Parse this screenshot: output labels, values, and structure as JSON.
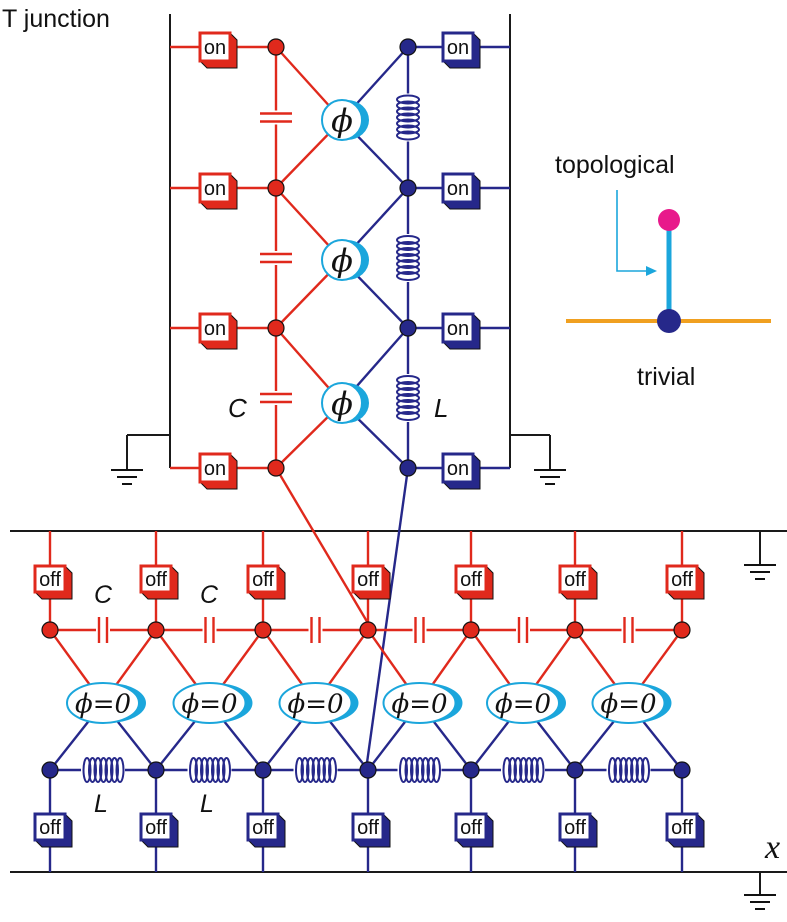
{
  "title": "T junction",
  "switch_on_label": "on",
  "switch_off_label": "off",
  "phi_label": "ϕ",
  "phi_zero_label": "ϕ=0",
  "capacitor_label": "C",
  "inductor_label": "L",
  "axis_label": "x",
  "legend": {
    "topological": "topological",
    "trivial": "trivial"
  },
  "colors": {
    "red": "#e0291c",
    "blue": "#26288a",
    "cyan": "#1ba6dc",
    "orange": "#f0a020",
    "magenta": "#e8198b",
    "black": "#1a1a1a"
  }
}
